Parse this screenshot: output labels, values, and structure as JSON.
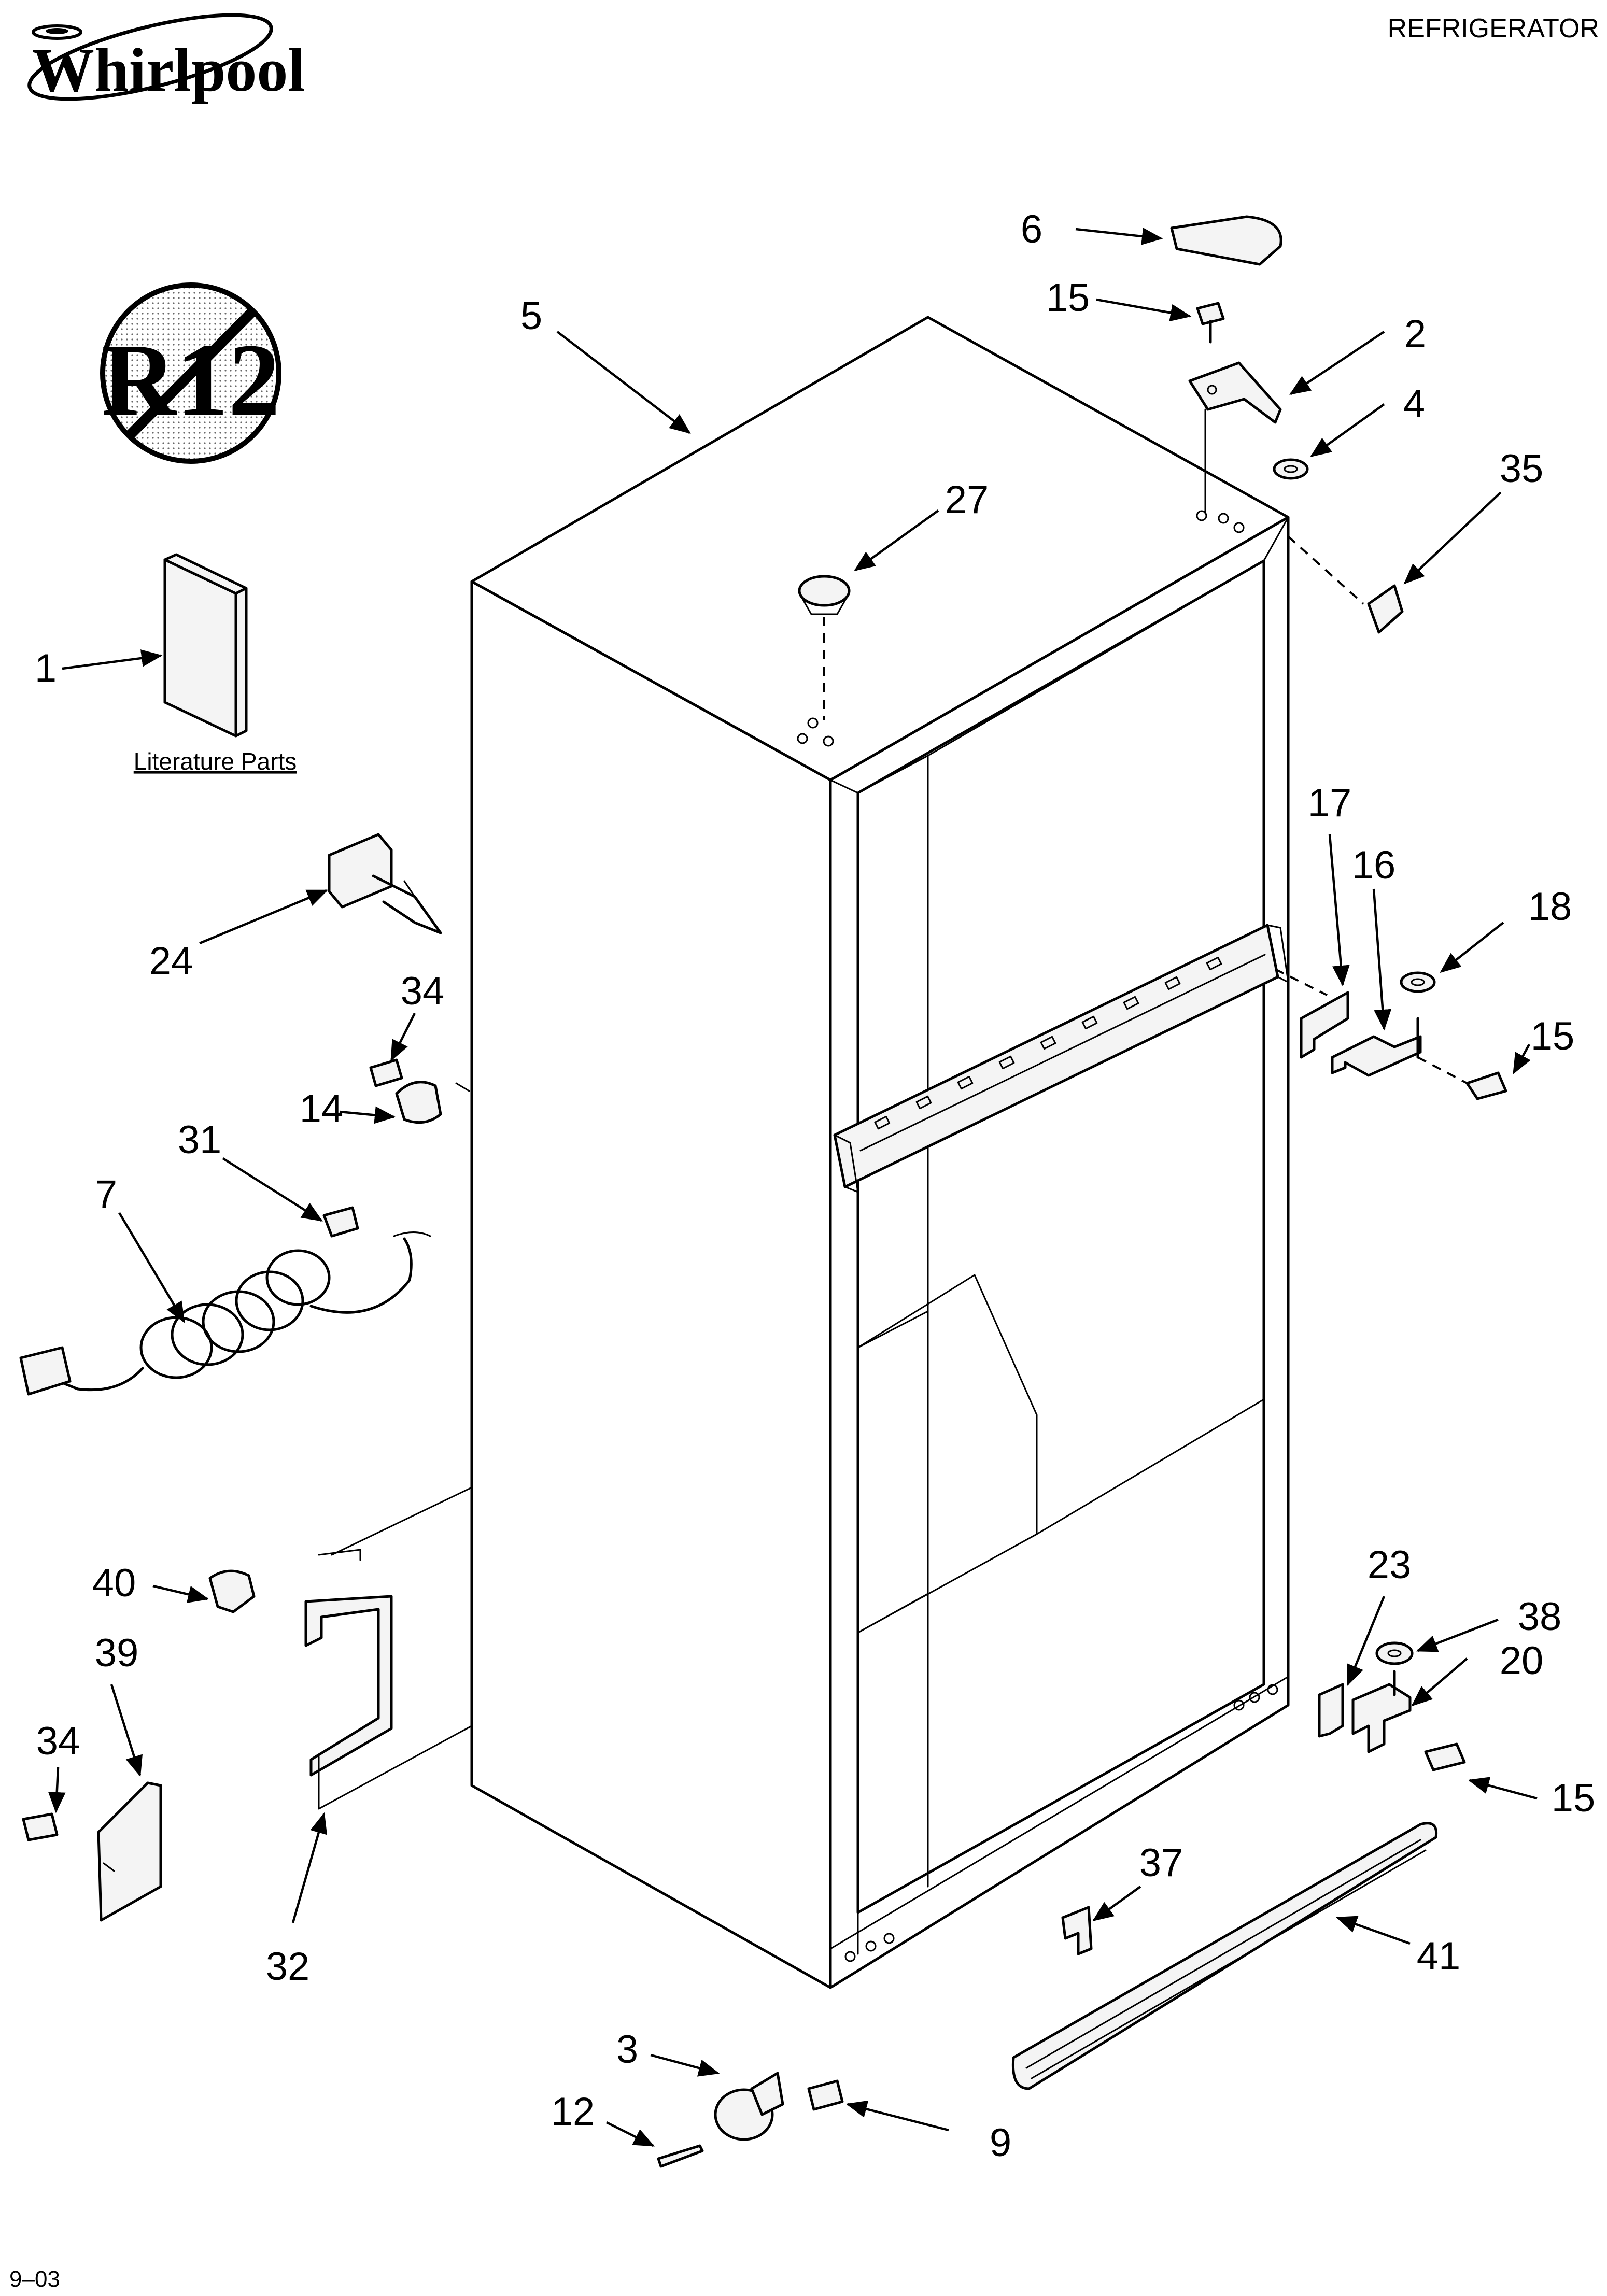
{
  "header": {
    "brand": "Whirlpool",
    "category": "REFRIGERATOR"
  },
  "badge": {
    "text": "R12"
  },
  "literature": {
    "label": "Literature Parts"
  },
  "footer": {
    "code": "9–03"
  },
  "callouts": [
    {
      "id": "c-5",
      "label": "5"
    },
    {
      "id": "c-6",
      "label": "6"
    },
    {
      "id": "c-15a",
      "label": "15"
    },
    {
      "id": "c-2",
      "label": "2"
    },
    {
      "id": "c-4",
      "label": "4"
    },
    {
      "id": "c-35",
      "label": "35"
    },
    {
      "id": "c-27",
      "label": "27"
    },
    {
      "id": "c-1",
      "label": "1"
    },
    {
      "id": "c-17",
      "label": "17"
    },
    {
      "id": "c-16",
      "label": "16"
    },
    {
      "id": "c-18",
      "label": "18"
    },
    {
      "id": "c-15b",
      "label": "15"
    },
    {
      "id": "c-24",
      "label": "24"
    },
    {
      "id": "c-34a",
      "label": "34"
    },
    {
      "id": "c-14",
      "label": "14"
    },
    {
      "id": "c-31",
      "label": "31"
    },
    {
      "id": "c-7",
      "label": "7"
    },
    {
      "id": "c-23",
      "label": "23"
    },
    {
      "id": "c-38",
      "label": "38"
    },
    {
      "id": "c-20",
      "label": "20"
    },
    {
      "id": "c-15c",
      "label": "15"
    },
    {
      "id": "c-40",
      "label": "40"
    },
    {
      "id": "c-39",
      "label": "39"
    },
    {
      "id": "c-34b",
      "label": "34"
    },
    {
      "id": "c-32",
      "label": "32"
    },
    {
      "id": "c-37",
      "label": "37"
    },
    {
      "id": "c-41",
      "label": "41"
    },
    {
      "id": "c-3",
      "label": "3"
    },
    {
      "id": "c-12",
      "label": "12"
    },
    {
      "id": "c-9",
      "label": "9"
    }
  ]
}
